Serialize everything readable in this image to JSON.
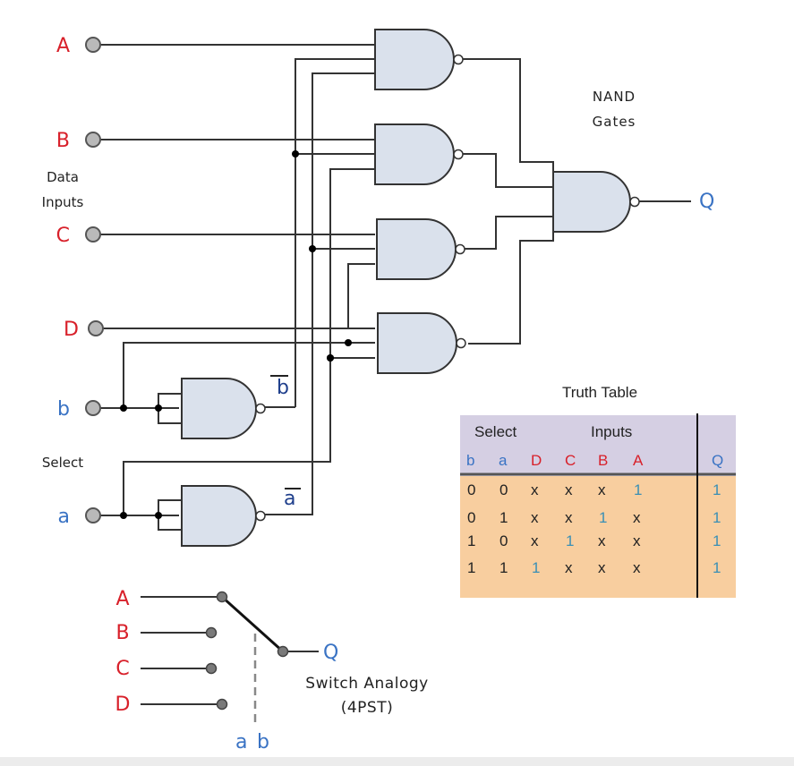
{
  "title_labels": {
    "nand_gates_line1": "NAND",
    "nand_gates_line2": "Gates",
    "data_inputs_line1": "Data",
    "data_inputs_line2": "Inputs",
    "select": "Select",
    "b_bar": "b",
    "a_bar": "a",
    "output": "Q"
  },
  "inputs": {
    "data": [
      {
        "label": "A"
      },
      {
        "label": "B"
      },
      {
        "label": "C"
      },
      {
        "label": "D"
      }
    ],
    "select": [
      {
        "label": "b"
      },
      {
        "label": "a"
      }
    ]
  },
  "colors": {
    "data_label": "#d8202a",
    "select_label": "#3a73c4",
    "gate_fill": "#dae1ec",
    "wire": "#333333",
    "terminal_fill": "#b9b9b9",
    "table_header_bg": "#d5cfe3",
    "table_body_bg": "#f8ce9f",
    "footer_bg": "#ececec"
  },
  "truth_table": {
    "title": "Truth Table",
    "group_headers": {
      "select": "Select",
      "inputs": "Inputs"
    },
    "columns": [
      {
        "label": "b",
        "color": "blue"
      },
      {
        "label": "a",
        "color": "blue"
      },
      {
        "label": "D",
        "color": "red"
      },
      {
        "label": "C",
        "color": "red"
      },
      {
        "label": "B",
        "color": "red"
      },
      {
        "label": "A",
        "color": "red"
      },
      {
        "label": "Q",
        "color": "blue"
      }
    ],
    "rows": [
      [
        "0",
        "0",
        "x",
        "x",
        "x",
        "1",
        "1"
      ],
      [
        "0",
        "1",
        "x",
        "x",
        "1",
        "x",
        "1"
      ],
      [
        "1",
        "0",
        "x",
        "1",
        "x",
        "x",
        "1"
      ],
      [
        "1",
        "1",
        "1",
        "x",
        "x",
        "x",
        "1"
      ]
    ]
  },
  "switch_analogy": {
    "title_line1": "Switch Analogy",
    "title_line2": "(4PST)",
    "inputs": [
      "A",
      "B",
      "C",
      "D"
    ],
    "output": "Q",
    "select_label_a": "a",
    "select_label_b": "b"
  }
}
